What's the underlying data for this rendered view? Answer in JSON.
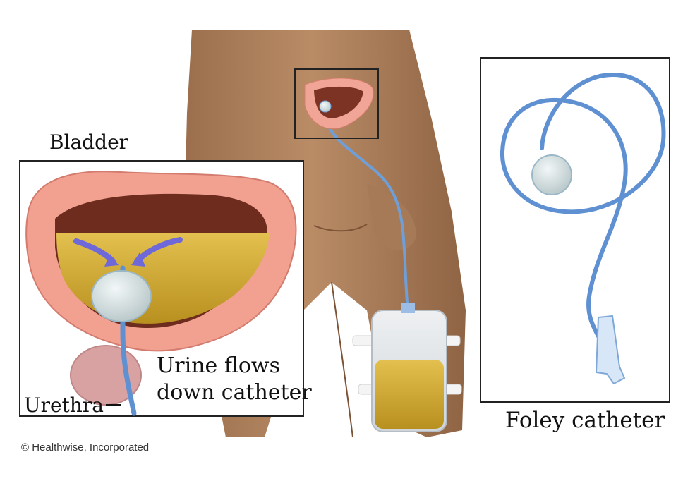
{
  "labels": {
    "bladder": "Bladder",
    "urine_flows_line1": "Urine flows",
    "urine_flows_line2": "down catheter",
    "urethra": "Urethra",
    "foley_catheter": "Foley catheter"
  },
  "copyright": "© Healthwise, Incorporated",
  "colors": {
    "skin": "#b48661",
    "bladder_wall": "#f2a090",
    "urine": "#c9a233",
    "catheter": "#6f9fd8",
    "prostate": "#d9a2a2"
  }
}
